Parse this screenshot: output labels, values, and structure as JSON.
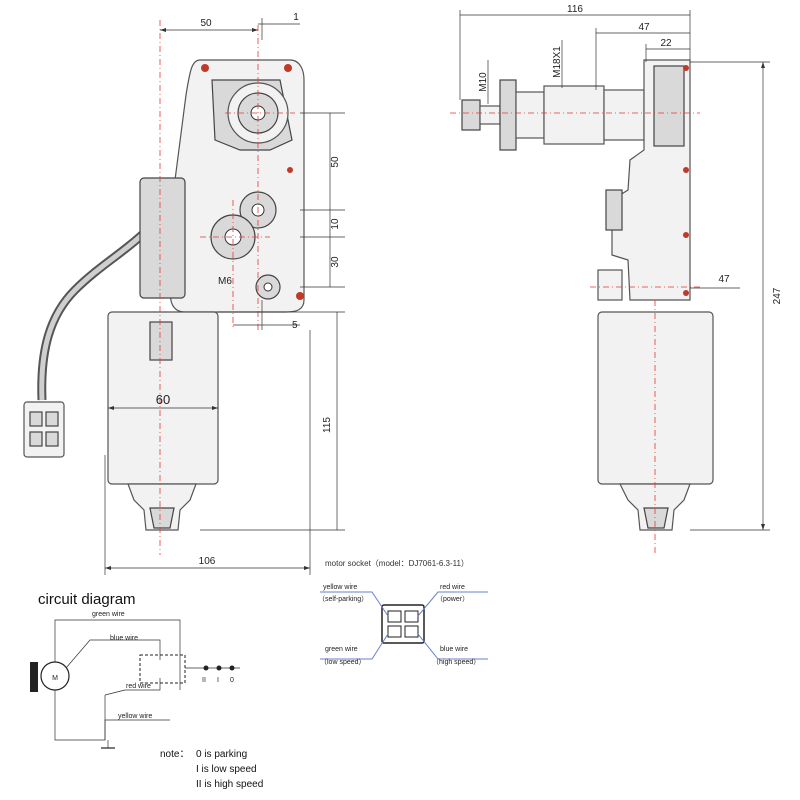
{
  "front_view": {
    "dims": {
      "top_width": "50",
      "offset": "1",
      "upper_spacing": "50",
      "mid_spacing": "10",
      "lower_spacing": "30",
      "small_offset": "5",
      "motor_diameter": "60",
      "motor_length": "115",
      "overall_width": "106"
    },
    "thread_label": "M6"
  },
  "side_view": {
    "dims": {
      "overall_depth": "116",
      "shaft_depth": "47",
      "flange_depth": "22",
      "mount_depth": "47",
      "overall_height": "247"
    },
    "thread_m10": "M10",
    "thread_m18": "M18X1"
  },
  "socket": {
    "title": "motor socket（model：DJ7061-6.3-11）",
    "wires": [
      {
        "name": "yellow wire",
        "role": "（self-parking）"
      },
      {
        "name": "red wire",
        "role": "（power）"
      },
      {
        "name": "green wire",
        "role": "（low speed）"
      },
      {
        "name": "blue wire",
        "role": "（high speed）"
      }
    ]
  },
  "circuit": {
    "title": "circuit diagram",
    "labels": {
      "green": "green wire",
      "blue": "blue wire",
      "red": "red wire",
      "yellow": "yellow wire"
    },
    "switch_positions": [
      "II",
      "I",
      "0"
    ],
    "note_label": "note：",
    "notes": [
      "0  is parking",
      "I  is low speed",
      "II  is high speed"
    ]
  },
  "colors": {
    "center_line": "#e53935",
    "socket_line": "#6a7fd0",
    "mount_hole": "#c0392b"
  }
}
